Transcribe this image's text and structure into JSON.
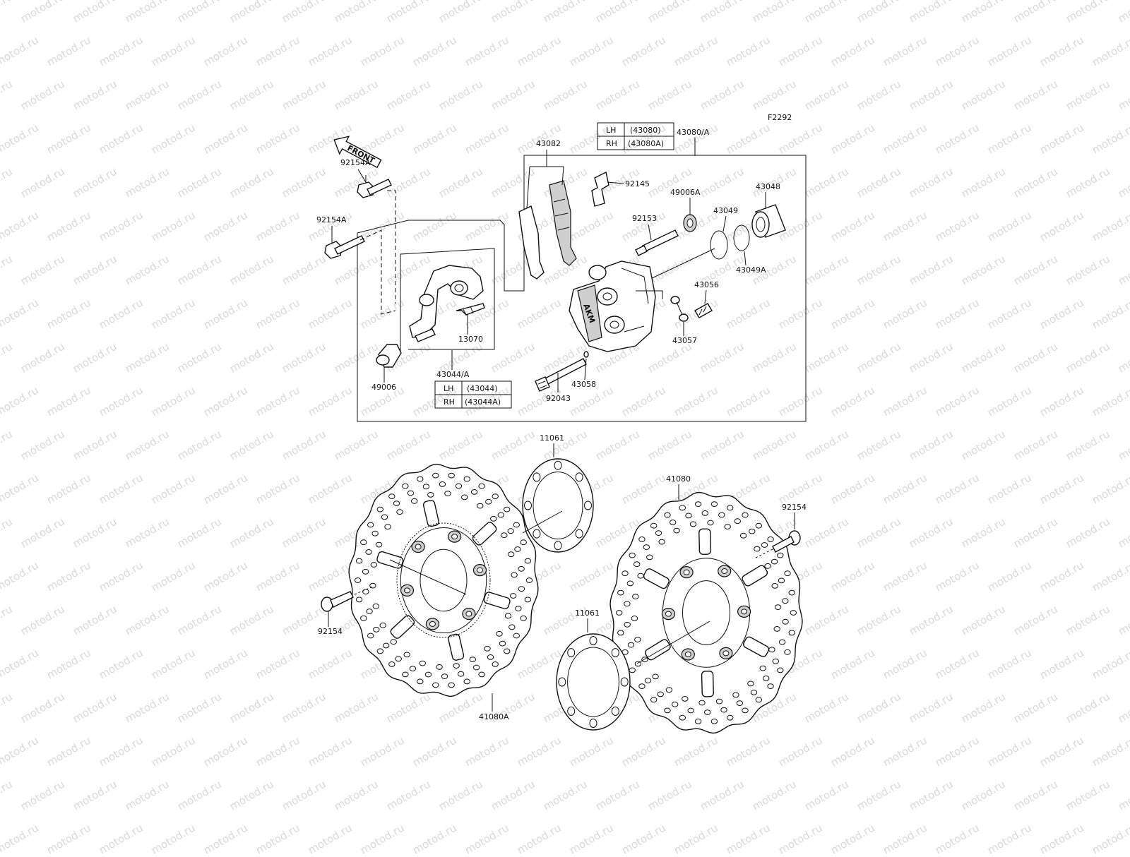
{
  "watermark": "motod.ru",
  "figure_code": "F2292",
  "front_label": "FRONT",
  "tables": {
    "caliper": {
      "rows": [
        {
          "side": "LH",
          "code": "(43080)"
        },
        {
          "side": "RH",
          "code": "(43080A)"
        }
      ]
    },
    "holder": {
      "rows": [
        {
          "side": "LH",
          "code": "(43044)"
        },
        {
          "side": "RH",
          "code": "(43044A)"
        }
      ]
    }
  },
  "brand_mark": "AKM",
  "callouts": {
    "c43080A": "43080/A",
    "c43082": "43082",
    "c92145": "92145",
    "c49006A": "49006A",
    "c43048": "43048",
    "c92153": "92153",
    "c43049": "43049",
    "c43049A": "43049A",
    "c43056": "43056",
    "c43057": "43057",
    "c43058": "43058",
    "c92043": "92043",
    "c92154A_top": "92154A",
    "c92154A_mid": "92154A",
    "c13070": "13070",
    "c43044A": "43044/A",
    "c49006": "49006",
    "c11061_top": "11061",
    "c11061_bottom": "11061",
    "c41080": "41080",
    "c41080A": "41080A",
    "c92154_right": "92154",
    "c92154_left": "92154"
  }
}
